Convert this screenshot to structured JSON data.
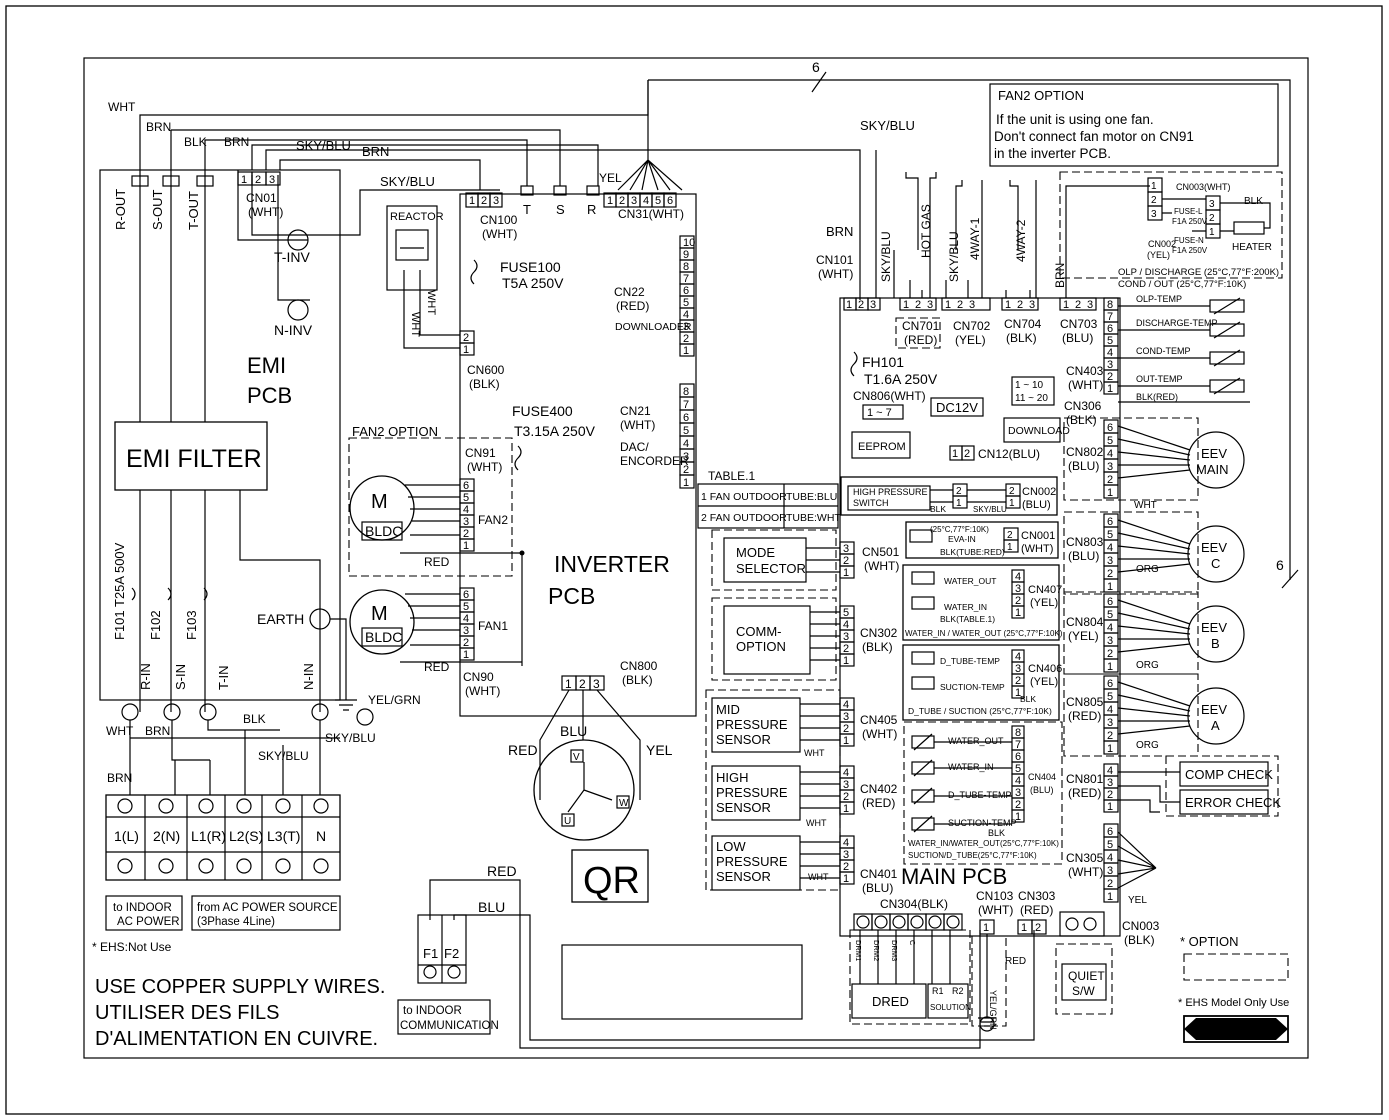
{
  "notes": {
    "fan2_title": "FAN2 OPTION",
    "fan2_text": [
      "If the unit is using one fan.",
      "Don't connect fan motor on CN91",
      "in the inverter PCB."
    ],
    "copper": [
      "USE COPPER SUPPLY WIRES.",
      "UTILISER DES FILS",
      "D'ALIMENTATION EN CUIVRE."
    ],
    "ehs_not_use": "* EHS:Not Use",
    "option": "* OPTION",
    "ehs_only": "* EHS Model Only Use",
    "qr": "QR"
  },
  "emi": {
    "title": [
      "EMI",
      "PCB"
    ],
    "filter": "EMI FILTER",
    "outs": [
      "R-OUT",
      "S-OUT",
      "T-OUT"
    ],
    "ins": [
      "R-IN",
      "S-IN",
      "T-IN",
      "N-IN"
    ],
    "fuses": [
      "F101  T25A 500V",
      "F102",
      "F103"
    ],
    "t_inv": "T-INV",
    "n_inv": "N-INV",
    "earth": "EARTH",
    "yel_grn": "YEL/GRN",
    "cn01": [
      "CN01",
      "(WHT)"
    ]
  },
  "terminal": {
    "labels": [
      "1(L)",
      "2(N)",
      "L1(R)",
      "L2(S)",
      "L3(T)",
      "N"
    ],
    "indoor_power": [
      "to INDOOR",
      "AC POWER"
    ],
    "source": [
      "from AC POWER SOURCE",
      "(3Phase 4Line)"
    ],
    "comm_labels": [
      "F1",
      "F2"
    ],
    "comm_box": [
      "to INDOOR",
      "COMMUNICATION"
    ]
  },
  "inverter": {
    "title": [
      "INVERTER",
      "PCB"
    ],
    "cn100": [
      "CN100",
      "(WHT)"
    ],
    "fuse100": [
      "FUSE100",
      "T5A 250V"
    ],
    "cn31": "CN31(WHT)",
    "cn22": [
      "CN22",
      "(RED)",
      "DOWNLOADER"
    ],
    "cn600": [
      "CN600",
      "(BLK)"
    ],
    "fuse400": [
      "FUSE400",
      "T3.15A 250V"
    ],
    "cn21": [
      "CN21",
      "(WHT)",
      "DAC/",
      "ENCORDER"
    ],
    "cn91": [
      "CN91",
      "(WHT)"
    ],
    "cn90": [
      "CN90",
      "(WHT)"
    ],
    "fan2": "FAN2",
    "fan1": "FAN1",
    "fan2_option": "FAN2 OPTION",
    "reactor": "REACTOR",
    "cn800": [
      "CN800",
      "(BLK)"
    ],
    "motor_m": "M",
    "bldc": "BLDC",
    "tsr": [
      "T",
      "S",
      "R"
    ],
    "comp_u": "U",
    "comp_v": "V",
    "comp_w": "W"
  },
  "table": {
    "title": "TABLE.1",
    "rows": [
      [
        "1 FAN OUTDOOR",
        "TUBE:BLU"
      ],
      [
        "2 FAN OUTDOOR",
        "TUBE:WHT"
      ]
    ]
  },
  "main": {
    "title": "MAIN PCB",
    "cn101": [
      "CN101",
      "(WHT)"
    ],
    "fh101": [
      "FH101",
      "T1.6A 250V"
    ],
    "cn806": "CN806(WHT)",
    "eeprom": "EEPROM",
    "dc12v": "DC12V",
    "cn12": "CN12(BLU)",
    "download": "DOWNLOAD",
    "dl_ranges": [
      "1 ~ 10",
      "11 ~ 20"
    ],
    "cn806_range": "1 ~ 7",
    "valves": [
      "HOT GAS",
      "4WAY-1",
      "4WAY-2"
    ],
    "cn701": [
      "CN701",
      "(RED)"
    ],
    "cn702": [
      "CN702",
      "(YEL)"
    ],
    "cn704": [
      "CN704",
      "(BLK)"
    ],
    "cn703": [
      "CN703",
      "(BLU)"
    ],
    "heater": "HEATER",
    "cn003wht": "CN003(WHT)",
    "fuse_l": [
      "FUSE-L",
      "F1A 250V"
    ],
    "fuse_n": [
      "FUSE-N",
      "F1A 250V"
    ],
    "cn002yel": [
      "CN002",
      "(YEL)"
    ],
    "olp_note": [
      "OLP / DISCHARGE (25°C,77°F:200K)",
      "COND / OUT         (25°C,77°F:10K)"
    ],
    "sensors403": [
      "OLP-TEMP",
      "DISCHARGE-TEMP",
      "COND-TEMP",
      "OUT-TEMP",
      "BLK(RED)"
    ],
    "cn403": [
      "CN403",
      "(WHT)"
    ],
    "cn306": [
      "CN306",
      "(BLK)"
    ],
    "cn802": [
      "CN802",
      "(BLU)"
    ],
    "cn803": [
      "CN803",
      "(BLU)"
    ],
    "cn804": [
      "CN804",
      "(YEL)"
    ],
    "cn805": [
      "CN805",
      "(RED)"
    ],
    "eev": [
      [
        "EEV",
        "MAIN"
      ],
      [
        "EEV",
        "C"
      ],
      [
        "EEV",
        "B"
      ],
      [
        "EEV",
        "A"
      ]
    ],
    "hps": [
      "HIGH PRESSURE",
      "SWITCH"
    ],
    "cn002blu": [
      "CN002",
      "(BLU)"
    ],
    "eva_note": "(25°C,77°F:10K)",
    "eva_in": "EVA-IN",
    "eva_blk": "BLK(TUBE:RED)",
    "cn001": [
      "CN001",
      "(WHT)"
    ],
    "water_out": "WATER_OUT",
    "water_in": "WATER_IN",
    "cn407": [
      "CN407",
      "(YEL)"
    ],
    "blk_table": "BLK(TABLE.1)",
    "water_note": "WATER_IN / WATER_OUT (25°C,77°F:10K)",
    "d_tube": "D_TUBE-TEMP",
    "suction": "SUCTION-TEMP",
    "cn406": [
      "CN406",
      "(YEL)"
    ],
    "dtube_note": "D_TUBE / SUCTION (25°C,77°F:10K)",
    "cn404_items": [
      "WATER_OUT",
      "WATER_IN",
      "D_TUBE-TEMP",
      "SUCTION-TEMP"
    ],
    "cn404": [
      "CN404",
      "(BLU)"
    ],
    "cn404_note": [
      "WATER_IN/WATER_OUT(25°C,77°F:10K)",
      "SUCTION/D_TUBE(25°C,77°F:10K)"
    ],
    "mode": [
      "MODE",
      "SELECTOR"
    ],
    "cn501": [
      "CN501",
      "(WHT)"
    ],
    "comm": [
      "COMM-",
      "OPTION"
    ],
    "cn302": [
      "CN302",
      "(BLK)"
    ],
    "mid": [
      "MID",
      "PRESSURE",
      "SENSOR"
    ],
    "cn405": [
      "CN405",
      "(WHT)"
    ],
    "high": [
      "HIGH",
      "PRESSURE",
      "SENSOR"
    ],
    "cn402": [
      "CN402",
      "(RED)"
    ],
    "low": [
      "LOW",
      "PRESSURE",
      "SENSOR"
    ],
    "cn401": [
      "CN401",
      "(BLU)"
    ],
    "comp_check": "COMP CHECK",
    "error_check": "ERROR CHECK",
    "cn801": [
      "CN801",
      "(RED)"
    ],
    "cn305": [
      "CN305",
      "(WHT)"
    ],
    "cn304": "CN304(BLK)",
    "dred": "DRED",
    "drm": [
      "DRM1",
      "DRM2",
      "DRM3",
      "C"
    ],
    "solution": "SOLUTION",
    "r1r2": [
      "R1",
      "R2"
    ],
    "cn103": [
      "CN103",
      "(WHT)"
    ],
    "cn303": [
      "CN303",
      "(RED)"
    ],
    "quiet": [
      "QUIET",
      "S/W"
    ],
    "cn003blk": [
      "CN003",
      "(BLK)"
    ]
  },
  "wires": {
    "WHT": "WHT",
    "BRN": "BRN",
    "BLK": "BLK",
    "SKYBLU": "SKY/BLU",
    "RED": "RED",
    "BLU": "BLU",
    "YEL": "YEL",
    "ORG": "ORG",
    "YELGRN": "YEL/GRN",
    "six": "6"
  }
}
